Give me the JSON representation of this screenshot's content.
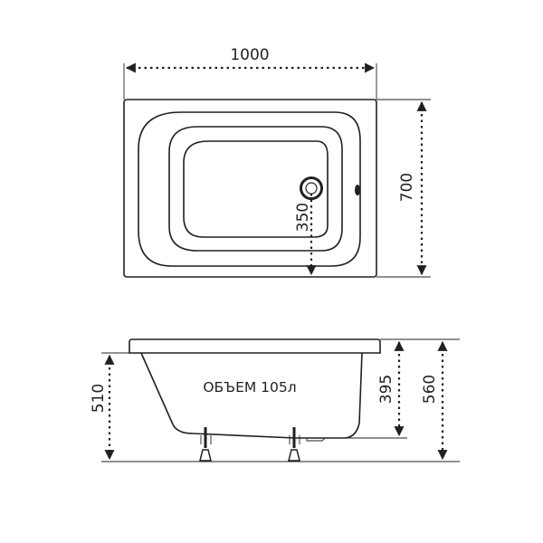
{
  "diagram": {
    "type": "technical-drawing",
    "subject": "bathtub",
    "stroke_color": "#231f20",
    "background": "#ffffff",
    "top_view": {
      "dimensions": {
        "length": "1000",
        "width": "700",
        "drain_offset": "350"
      }
    },
    "side_view": {
      "volume_label": "ОБЪЕМ 105л",
      "dimensions": {
        "height_without_rim": "510",
        "depth": "395",
        "total_height": "560"
      }
    }
  }
}
